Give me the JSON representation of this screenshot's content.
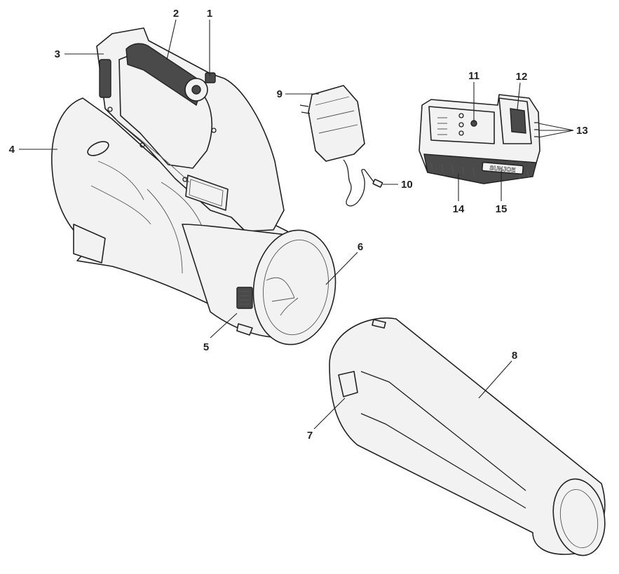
{
  "diagram": {
    "brand_text": "SUNJOE",
    "callouts": [
      {
        "id": "1",
        "label": "1"
      },
      {
        "id": "2",
        "label": "2"
      },
      {
        "id": "3",
        "label": "3"
      },
      {
        "id": "4",
        "label": "4"
      },
      {
        "id": "5",
        "label": "5"
      },
      {
        "id": "6",
        "label": "6"
      },
      {
        "id": "7",
        "label": "7"
      },
      {
        "id": "8",
        "label": "8"
      },
      {
        "id": "9",
        "label": "9"
      },
      {
        "id": "10",
        "label": "10"
      },
      {
        "id": "11",
        "label": "11"
      },
      {
        "id": "12",
        "label": "12"
      },
      {
        "id": "13",
        "label": "13"
      },
      {
        "id": "14",
        "label": "14"
      },
      {
        "id": "15",
        "label": "15"
      }
    ]
  }
}
